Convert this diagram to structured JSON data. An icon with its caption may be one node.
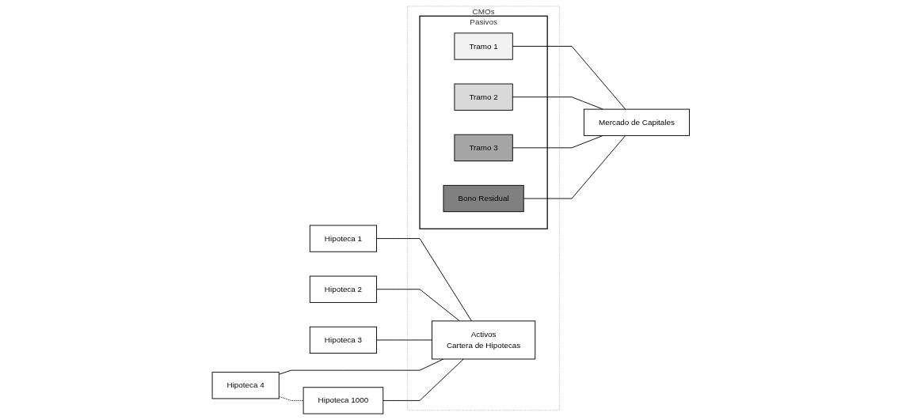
{
  "diagram": {
    "nodes": [
      {
        "text": [
          "Hipoteca 1"
        ]
      },
      {
        "text": [
          "Hipoteca 2"
        ]
      },
      {
        "text": [
          "Hipoteca 3"
        ]
      },
      {
        "text": [
          "Hipoteca 4"
        ]
      },
      {
        "text": [
          "Hipoteca 1000"
        ]
      },
      {
        "text": [
          "CMOs"
        ]
      },
      {
        "text": [
          "Activos",
          "Cartera de Hipotecas"
        ],
        "in": 5
      },
      {
        "text": [
          "Pasivos"
        ],
        "in": 5
      },
      {
        "text": [
          "Tramo 1"
        ],
        "in": 7
      },
      {
        "text": [
          "Tramo 2"
        ],
        "in": 7
      },
      {
        "text": [
          "Tramo 3"
        ],
        "in": 7
      },
      {
        "text": [
          "Bono Residual"
        ],
        "in": 7
      },
      {
        "text": [
          "Mercado de Capitales"
        ]
      }
    ],
    "edges": [
      {
        "from": 0,
        "to": 6,
        "arrow": "none"
      },
      {
        "from": 1,
        "to": 6,
        "arrow": "none"
      },
      {
        "from": 2,
        "to": 6,
        "arrow": "none"
      },
      {
        "from": 3,
        "to": 6,
        "arrow": "none"
      },
      {
        "from": 4,
        "to": 6,
        "arrow": "none"
      },
      {
        "from": 3,
        "to": 4,
        "arrow": "none",
        "style": "dashed"
      },
      {
        "from": 8,
        "to": 12,
        "arrow": "none"
      },
      {
        "from": 9,
        "to": 12,
        "arrow": "none"
      },
      {
        "from": 10,
        "to": 12,
        "arrow": "none"
      },
      {
        "from": 11,
        "to": 12,
        "arrow": "none"
      }
    ]
  }
}
